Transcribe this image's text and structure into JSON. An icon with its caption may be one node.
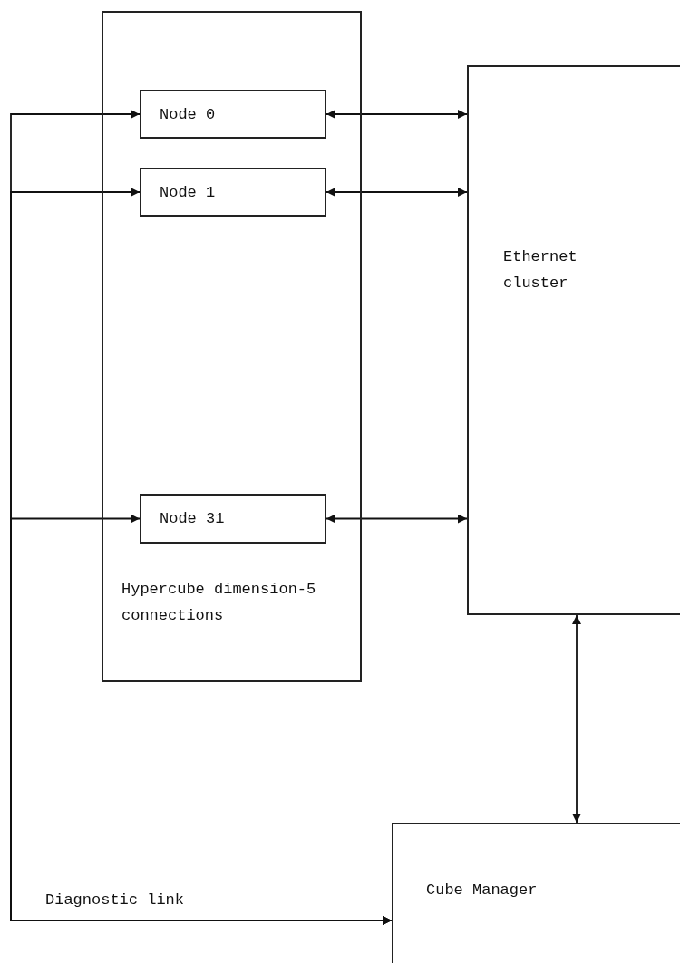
{
  "diagram": {
    "nodes": [
      {
        "text": [
          "Hypercube dimension-5 connections"
        ]
      },
      {
        "text": [
          "Node 0"
        ],
        "in": 0
      },
      {
        "text": [
          "Node 1"
        ],
        "in": 0
      },
      {
        "text": [
          "Node 31"
        ],
        "in": 0
      },
      {
        "text": [
          "Ethernet cluster"
        ]
      },
      {
        "text": [
          "Cube Manager"
        ]
      }
    ],
    "edges": [
      {
        "from": 1,
        "to": 4,
        "arrow": "both"
      },
      {
        "from": 2,
        "to": 4,
        "arrow": "both"
      },
      {
        "from": 3,
        "to": 4,
        "arrow": "both"
      },
      {
        "from": 4,
        "to": 5,
        "arrow": "both"
      },
      {
        "from": 5,
        "to": 1,
        "arrow": "both",
        "label": "Diagnostic link"
      },
      {
        "from": 5,
        "to": 2,
        "arrow": "both"
      },
      {
        "from": 5,
        "to": 3,
        "arrow": "both"
      }
    ]
  }
}
